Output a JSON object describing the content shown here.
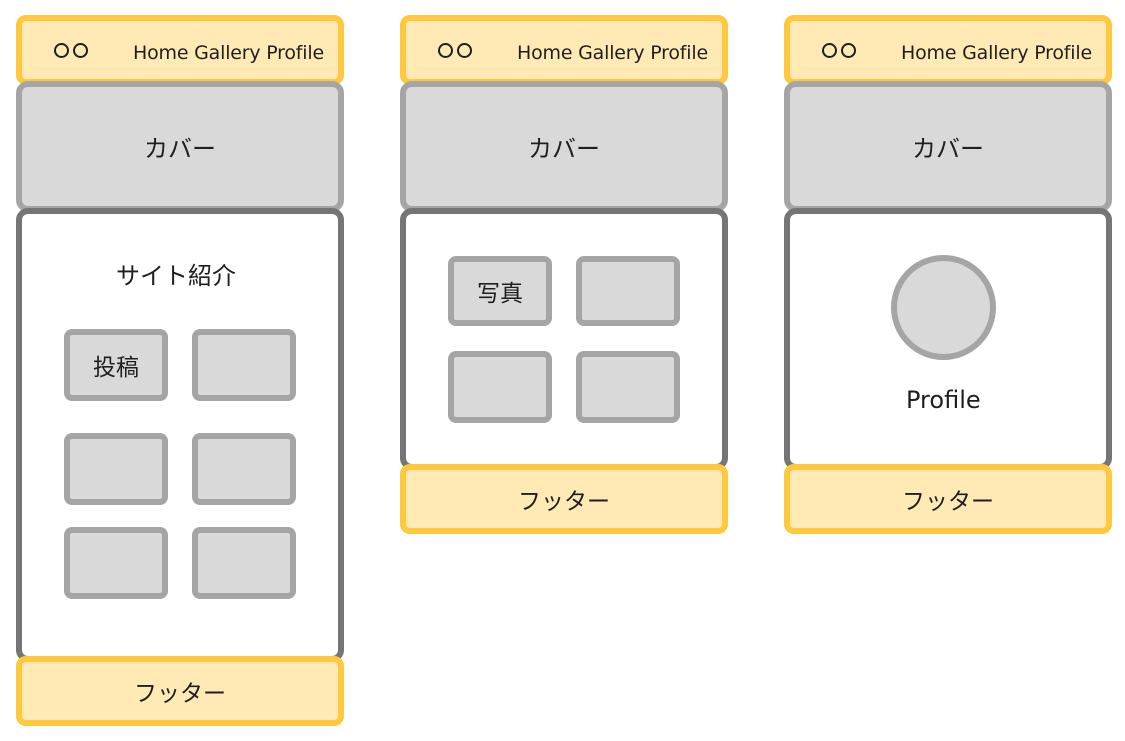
{
  "header": {
    "logo_icon": "double-circle-icon",
    "nav": "Home Gallery Profile"
  },
  "cover_label": "カバー",
  "footer_label": "フッター",
  "home": {
    "intro": "サイト紹介",
    "post_label": "投稿"
  },
  "gallery": {
    "photo_label": "写真"
  },
  "profile": {
    "label": "Profile"
  },
  "colors": {
    "header_fill": "#ffeab6",
    "header_border": "#ffc83d",
    "cover_fill": "#d9d9d9",
    "cover_border": "#a5a5a5",
    "content_border": "#757575"
  }
}
